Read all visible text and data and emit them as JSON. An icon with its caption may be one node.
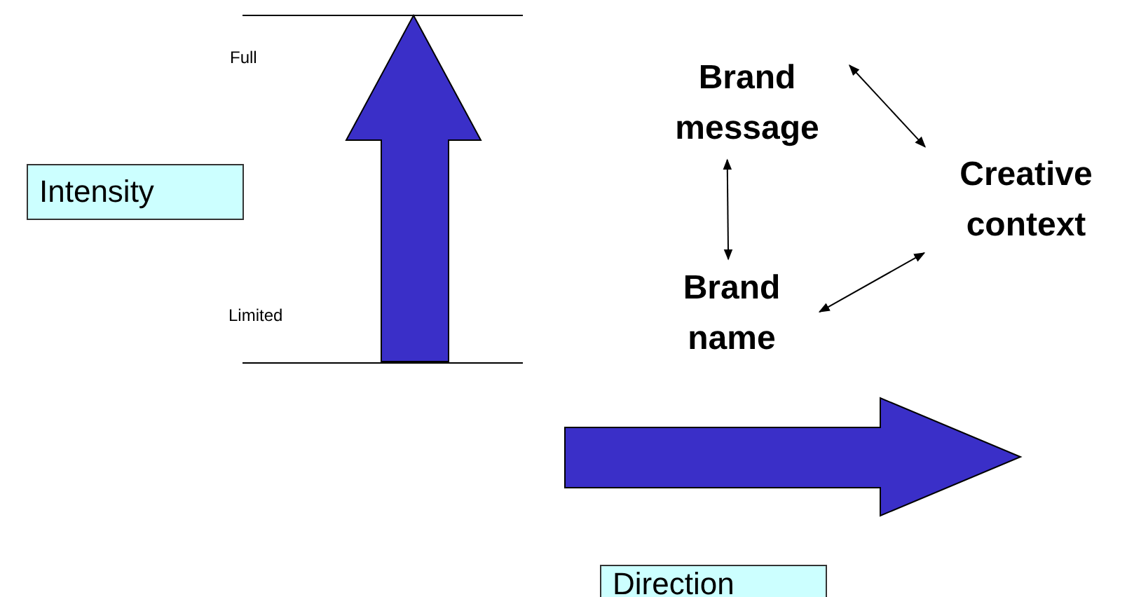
{
  "diagram": {
    "nodes": [
      {
        "text": [
          "Intensity"
        ]
      },
      {
        "text": [
          "Brand message"
        ]
      },
      {
        "text": [
          "Creative context"
        ]
      },
      {
        "text": [
          "Brand name"
        ]
      },
      {
        "text": [
          "Direction"
        ]
      }
    ],
    "edges": [
      {
        "from": 1,
        "to": 2,
        "arrow": "both"
      },
      {
        "from": 1,
        "to": 3,
        "arrow": "both"
      },
      {
        "from": 3,
        "to": 2,
        "arrow": "both"
      }
    ],
    "labels": [
      "Full",
      "Limited"
    ]
  }
}
